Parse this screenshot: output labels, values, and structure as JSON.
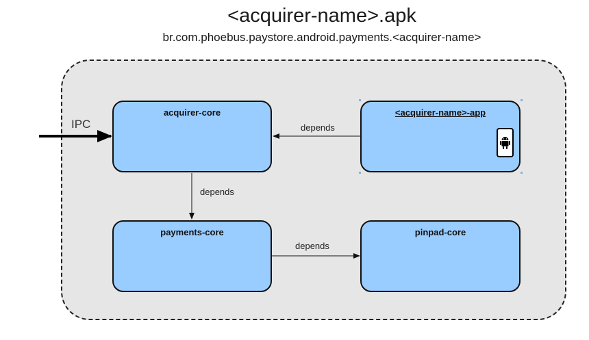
{
  "title": "<acquirer-name>.apk",
  "subtitle": "br.com.phoebus.paystore.android.payments.<acquirer-name>",
  "nodes": {
    "acquirer_core": "acquirer-core",
    "app": "<acquirer-name>-app",
    "payments_core": "payments-core",
    "pinpad_core": "pinpad-core"
  },
  "edges": {
    "app_to_acquirer": "depends",
    "acquirer_to_payments": "depends",
    "payments_to_pinpad": "depends"
  },
  "ipc_label": "IPC",
  "colors": {
    "node_fill": "#99ccff",
    "container_fill": "#e6e6e6",
    "stroke": "#111111"
  },
  "icons": {
    "app_node": "android-phone-icon"
  }
}
